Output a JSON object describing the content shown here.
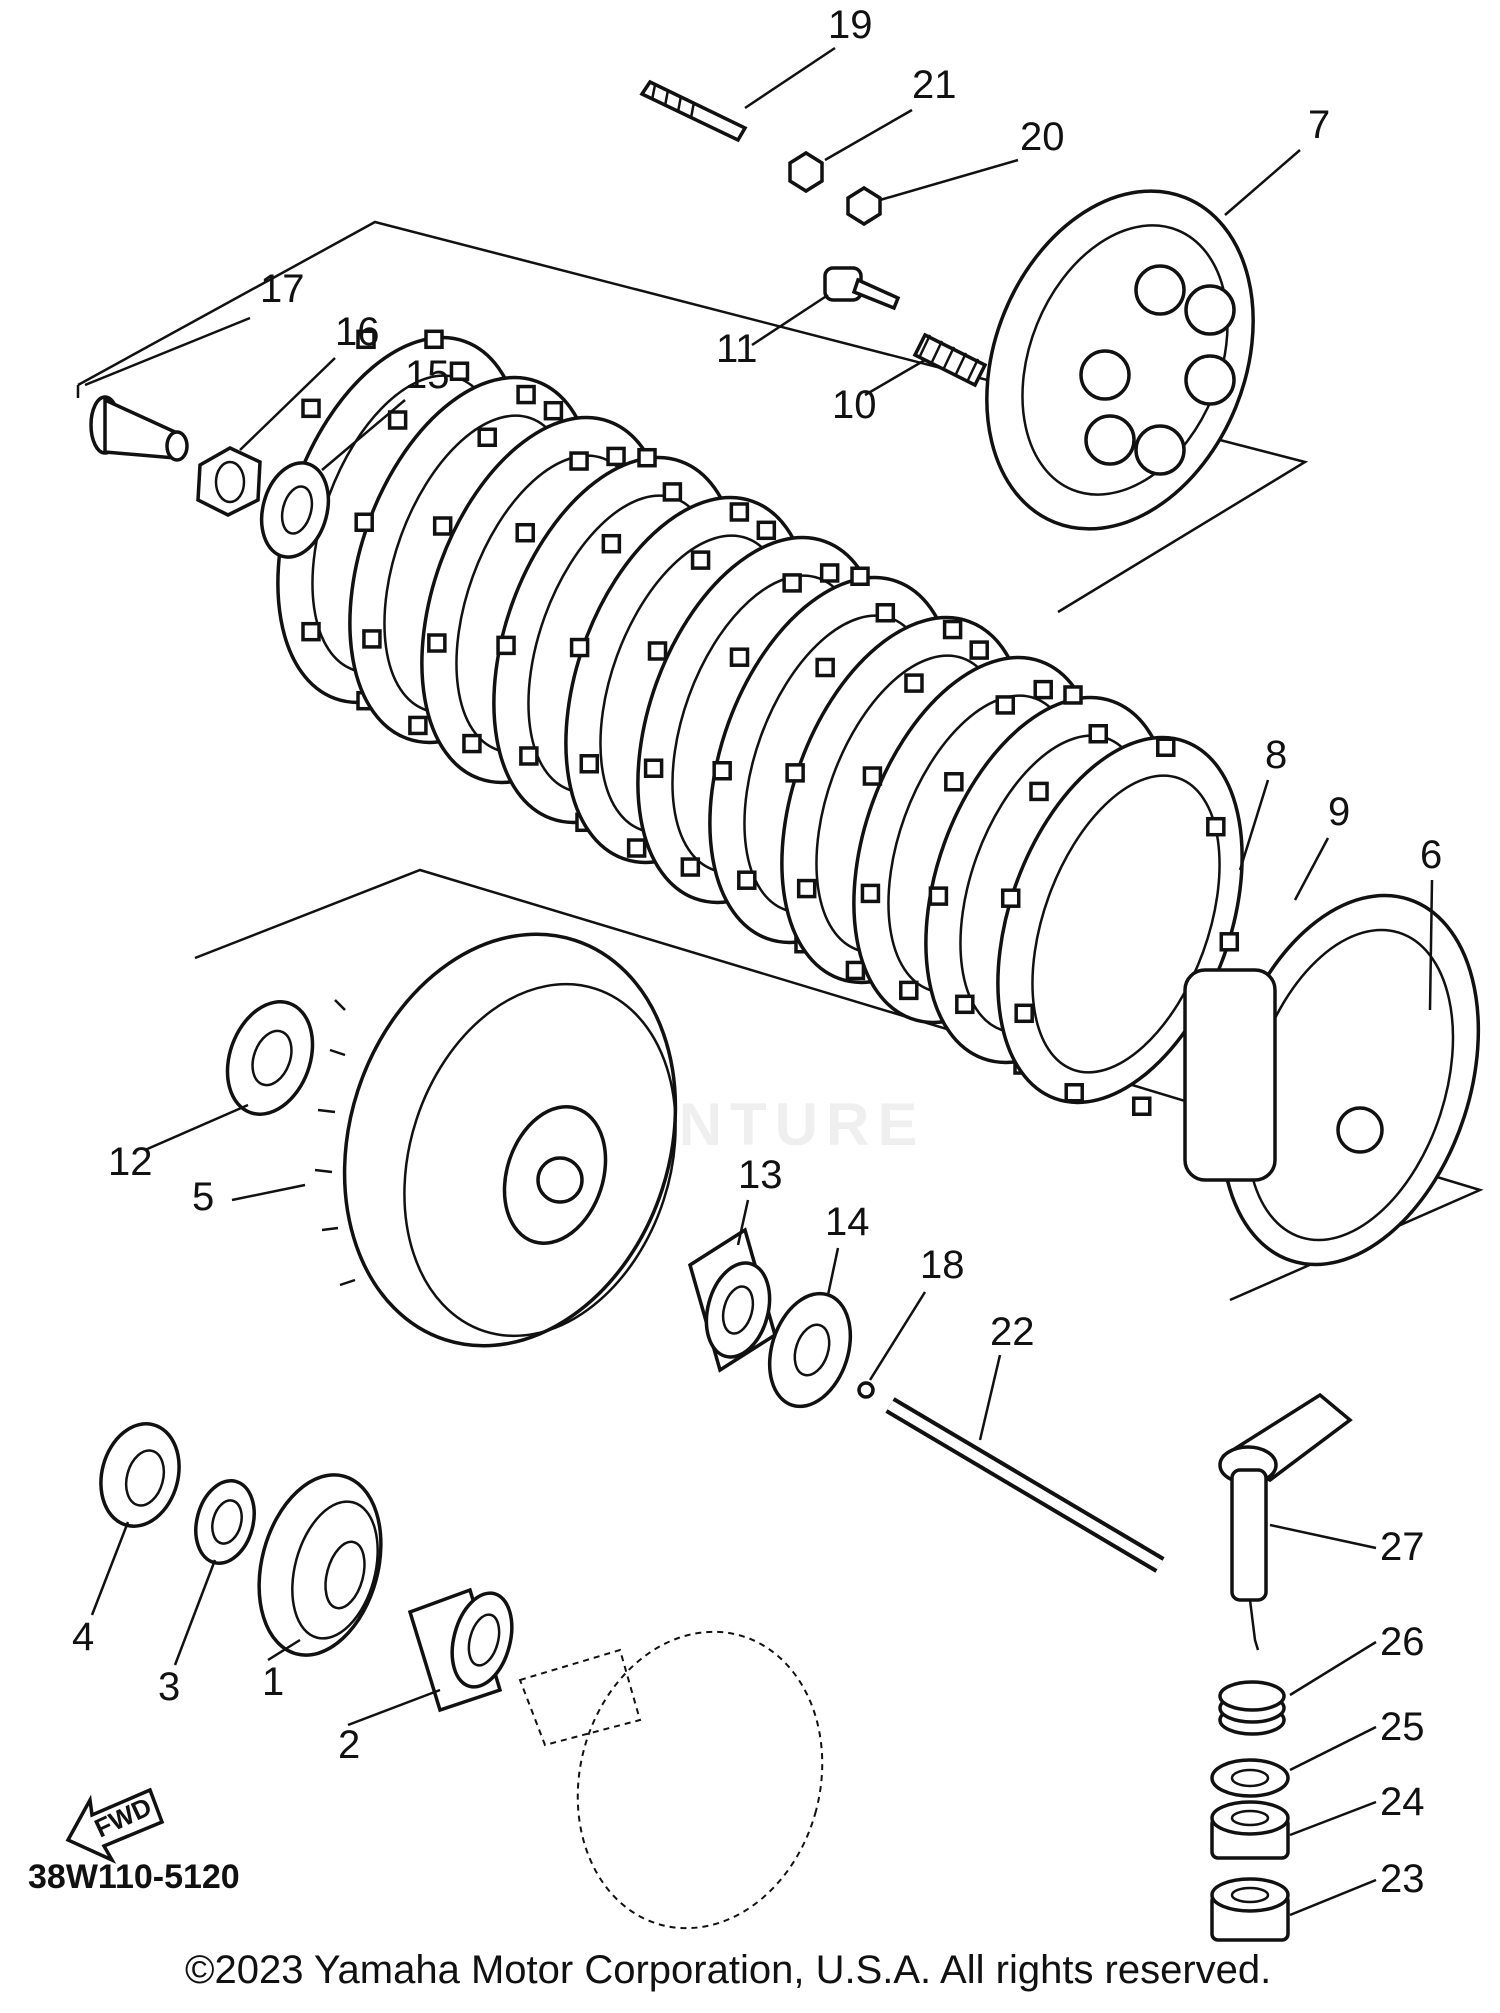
{
  "diagram": {
    "drawing_code": "38W110-5120",
    "copyright": "©2023 Yamaha Motor Corporation, U.S.A. All rights reserved.",
    "watermark": "ADVENTURE",
    "fwd_label": "FWD",
    "callouts": [
      {
        "id": "1",
        "label": "1"
      },
      {
        "id": "2",
        "label": "2"
      },
      {
        "id": "3",
        "label": "3"
      },
      {
        "id": "4",
        "label": "4"
      },
      {
        "id": "5",
        "label": "5"
      },
      {
        "id": "6",
        "label": "6"
      },
      {
        "id": "7",
        "label": "7"
      },
      {
        "id": "8",
        "label": "8"
      },
      {
        "id": "9",
        "label": "9"
      },
      {
        "id": "10",
        "label": "10"
      },
      {
        "id": "11",
        "label": "11"
      },
      {
        "id": "12",
        "label": "12"
      },
      {
        "id": "13",
        "label": "13"
      },
      {
        "id": "14",
        "label": "14"
      },
      {
        "id": "15",
        "label": "15"
      },
      {
        "id": "16",
        "label": "16"
      },
      {
        "id": "17",
        "label": "17"
      },
      {
        "id": "18",
        "label": "18"
      },
      {
        "id": "19",
        "label": "19"
      },
      {
        "id": "20",
        "label": "20"
      },
      {
        "id": "21",
        "label": "21"
      },
      {
        "id": "22",
        "label": "22"
      },
      {
        "id": "23",
        "label": "23"
      },
      {
        "id": "24",
        "label": "24"
      },
      {
        "id": "25",
        "label": "25"
      },
      {
        "id": "26",
        "label": "26"
      },
      {
        "id": "27",
        "label": "27"
      }
    ]
  }
}
